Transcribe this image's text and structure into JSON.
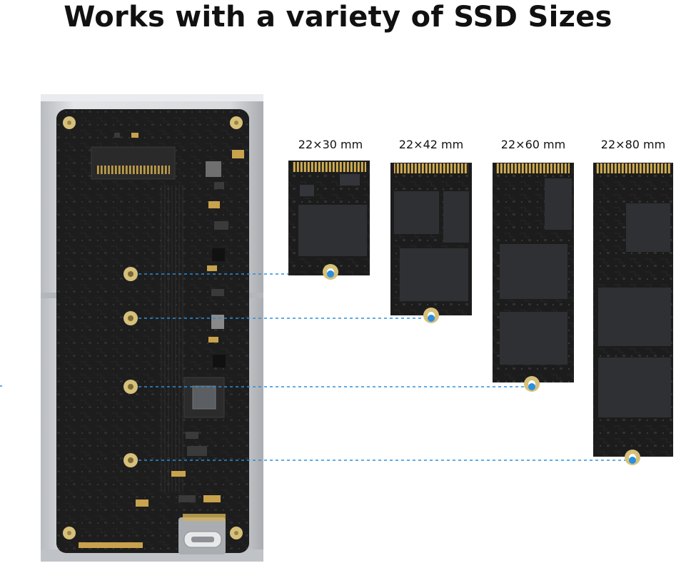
{
  "title": "Works with a variety of SSD Sizes",
  "ssd_sizes": [
    {
      "label": "22×30 mm"
    },
    {
      "label": "22×42 mm"
    },
    {
      "label": "22×60 mm"
    },
    {
      "label": "22×80 mm"
    }
  ],
  "colors": {
    "enclosure": "#c9ccd0",
    "board": "#1e1e1e",
    "gold": "#d2b25a",
    "guide_line": "#2a8fde"
  }
}
